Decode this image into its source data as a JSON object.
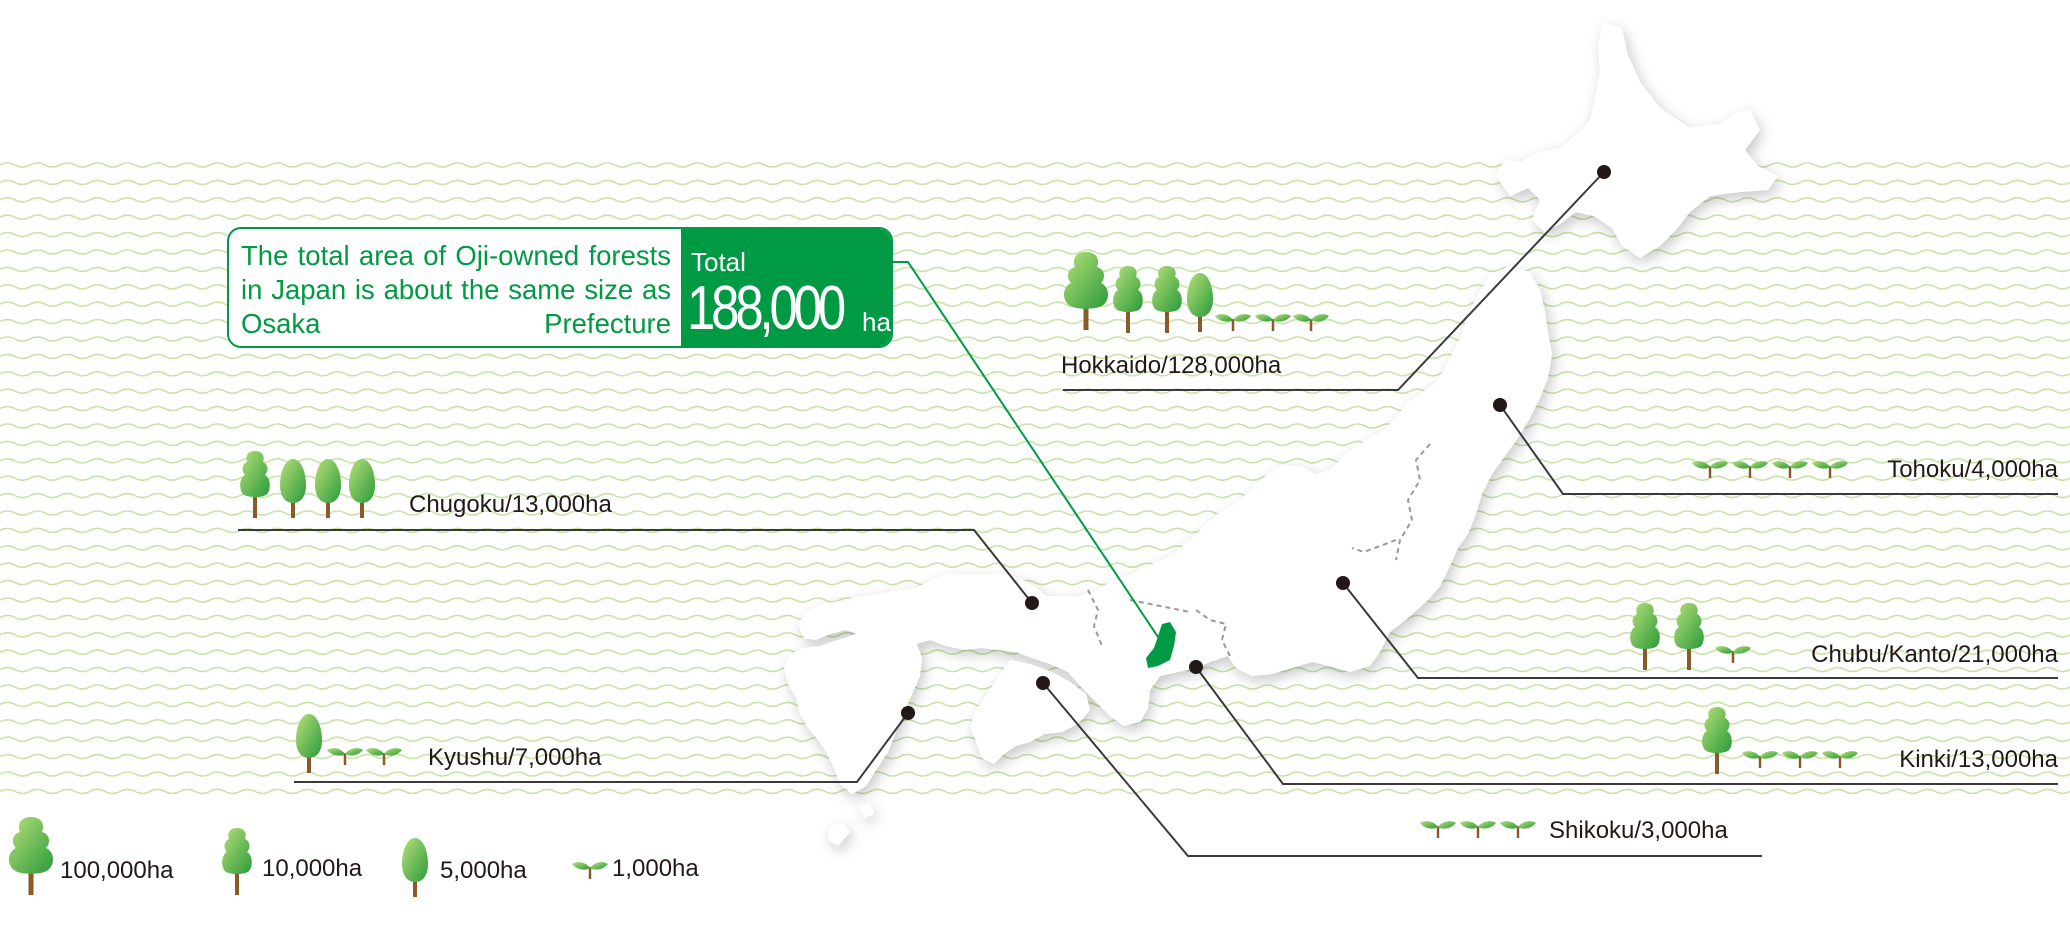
{
  "callout": {
    "description": "The total area of Oji-owned forests in Japan is about the same size as Osaka Prefecture",
    "total_label": "Total",
    "total_value": "188,000",
    "total_unit": "ha"
  },
  "regions": [
    {
      "id": "hokkaido",
      "label": "Hokkaido/128,000ha",
      "area_ha": 128000
    },
    {
      "id": "tohoku",
      "label": "Tohoku/4,000ha",
      "area_ha": 4000
    },
    {
      "id": "chubu-kanto",
      "label": "Chubu/Kanto/21,000ha",
      "area_ha": 21000
    },
    {
      "id": "kinki",
      "label": "Kinki/13,000ha",
      "area_ha": 13000
    },
    {
      "id": "shikoku",
      "label": "Shikoku/3,000ha",
      "area_ha": 3000
    },
    {
      "id": "chugoku",
      "label": "Chugoku/13,000ha",
      "area_ha": 13000
    },
    {
      "id": "kyushu",
      "label": "Kyushu/7,000ha",
      "area_ha": 7000
    }
  ],
  "legend": [
    {
      "symbol": "large-tree",
      "label": "100,000ha",
      "value_ha": 100000
    },
    {
      "symbol": "medium-tree",
      "label": "10,000ha",
      "value_ha": 10000
    },
    {
      "symbol": "small-tree",
      "label": "5,000ha",
      "value_ha": 5000
    },
    {
      "symbol": "sprout",
      "label": "1,000ha",
      "value_ha": 1000
    }
  ],
  "colors": {
    "brand_green": "#009a44",
    "tree_dark": "#2e9a3c",
    "tree_light": "#a3d36b",
    "trunk": "#8b5a2b",
    "wave": "#c9e3a9",
    "leader_line": "#3a3a3a"
  }
}
